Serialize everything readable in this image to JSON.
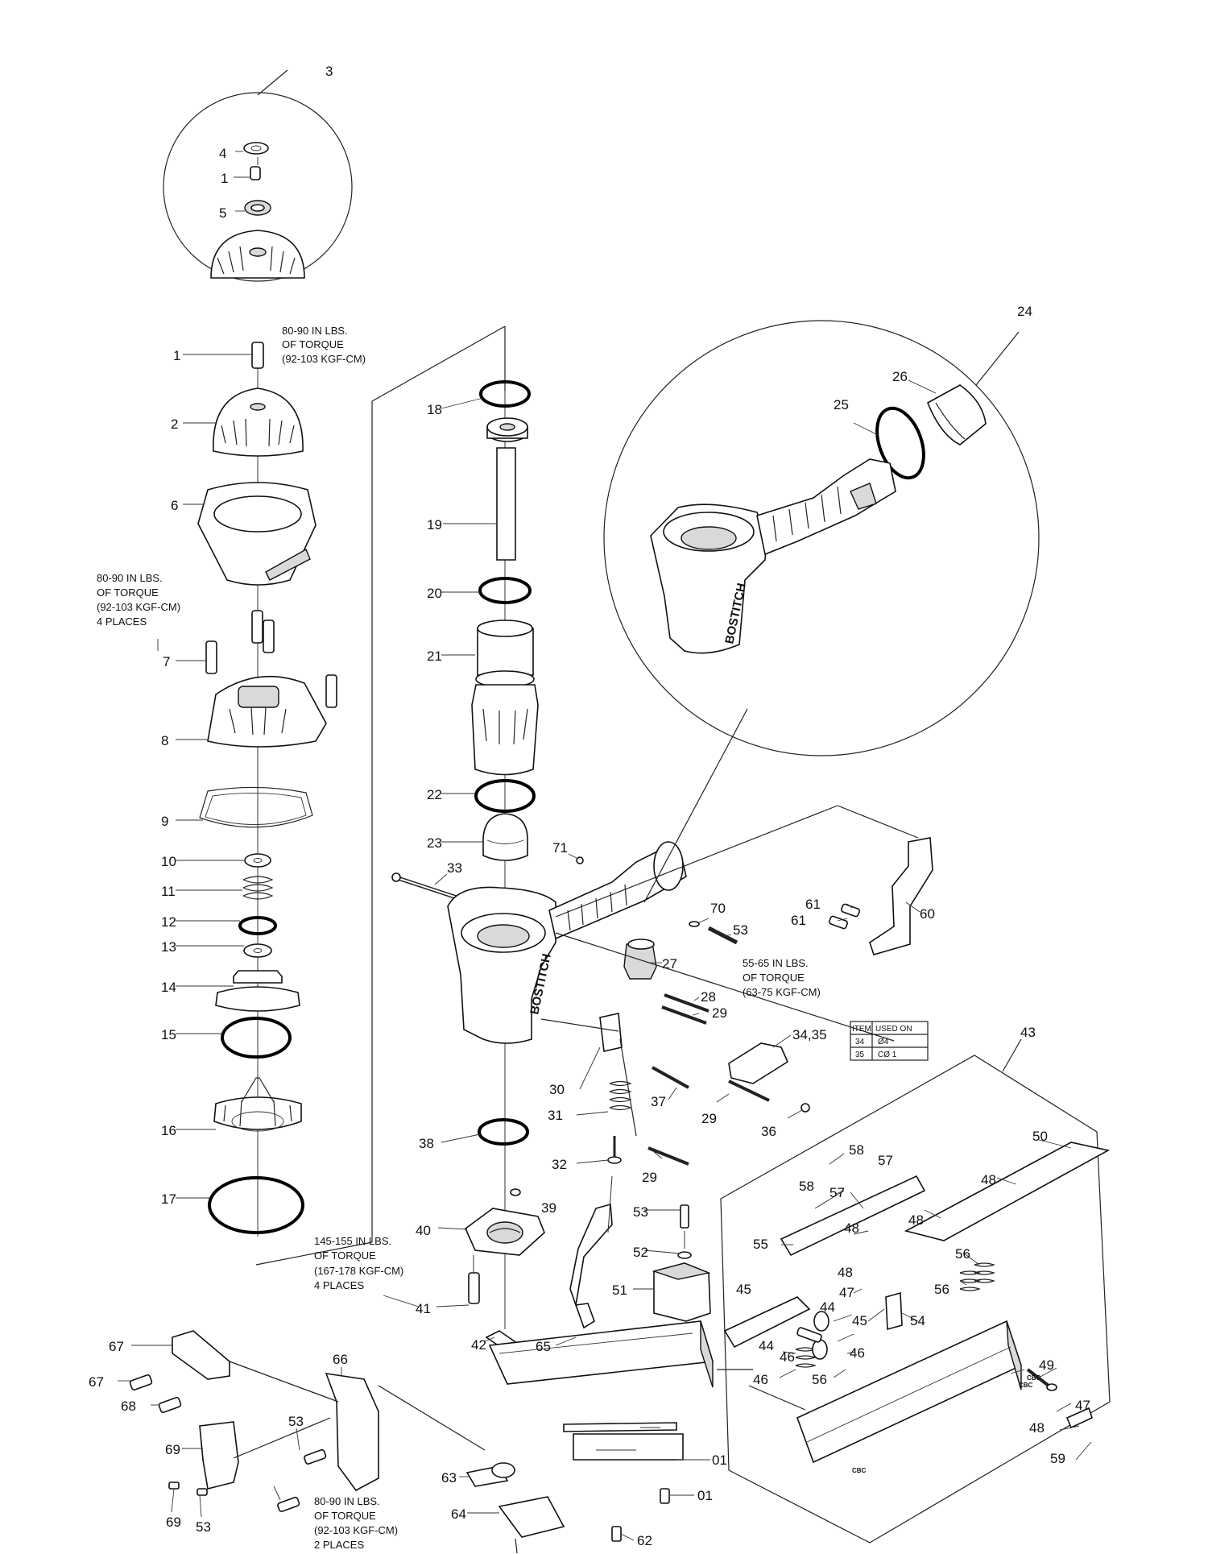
{
  "callouts": [
    "3",
    "4",
    "1",
    "5",
    "1",
    "2",
    "6",
    "7",
    "8",
    "9",
    "10",
    "11",
    "12",
    "13",
    "14",
    "15",
    "16",
    "17",
    "18",
    "19",
    "20",
    "21",
    "22",
    "23",
    "33",
    "71",
    "24",
    "26",
    "25",
    "70",
    "53",
    "61",
    "61",
    "60",
    "27",
    "28",
    "29",
    "34,35",
    "30",
    "37",
    "29",
    "36",
    "31",
    "32",
    "29",
    "38",
    "39",
    "40",
    "41",
    "42",
    "53",
    "52",
    "51",
    "65",
    "43",
    "50",
    "58",
    "57",
    "58",
    "57",
    "48",
    "48",
    "55",
    "48",
    "56",
    "48",
    "56",
    "47",
    "54",
    "45",
    "44",
    "45",
    "44",
    "46",
    "46",
    "56",
    "46",
    "49",
    "47",
    "48",
    "59",
    "01",
    "01",
    "62",
    "63",
    "64",
    "66",
    "67",
    "67",
    "68",
    "69",
    "69",
    "53",
    "53"
  ],
  "torque_notes": {
    "top": [
      "80-90 IN LBS.",
      "OF TORQUE",
      "(92-103 KGF-CM)"
    ],
    "left": [
      "80-90 IN LBS.",
      "OF TORQUE",
      "(92-103 KGF-CM)",
      "4 PLACES"
    ],
    "mid": [
      "55-65 IN LBS.",
      "OF TORQUE",
      "(63-75 KGF-CM)"
    ],
    "cap": [
      "145-155 IN LBS.",
      "OF TORQUE",
      "(167-178 KGF-CM)",
      "4 PLACES"
    ],
    "bottom": [
      "80-90 IN LBS.",
      "OF TORQUE",
      "(92-103 KGF-CM)",
      "2 PLACES"
    ]
  },
  "used_on_table": {
    "headers": [
      "ITEM",
      "USED ON"
    ],
    "rows": [
      [
        "34",
        "Ø4"
      ],
      [
        "35",
        "CØ   1"
      ]
    ]
  },
  "body_logo": "BOSTITCH",
  "nosepiece_marks": [
    "CBC",
    "CBC",
    "CBC"
  ]
}
